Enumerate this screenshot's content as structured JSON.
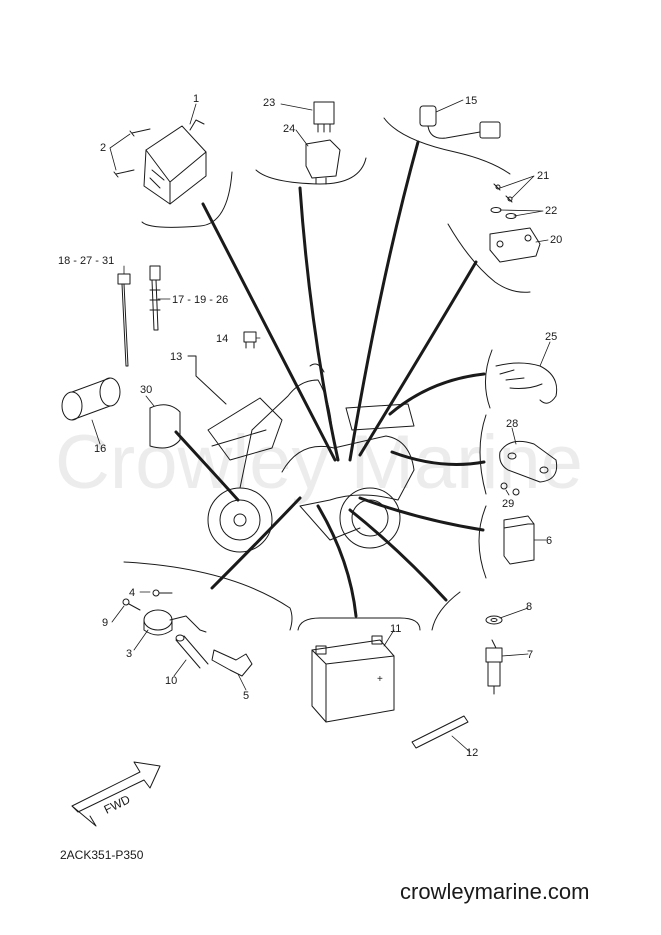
{
  "watermark": "Crowley Marine",
  "drawing_code": "2ACK351-P350",
  "site": "crowleymarine.com",
  "fwd_label": "FWD",
  "callouts": {
    "c1": "1",
    "c2": "2",
    "c3": "3",
    "c4": "4",
    "c5": "5",
    "c6": "6",
    "c7": "7",
    "c8": "8",
    "c9": "9",
    "c10": "10",
    "c11": "11",
    "c12": "12",
    "c13": "13",
    "c14": "14",
    "c15": "15",
    "c16": "16",
    "c17": "17 - 19 - 26",
    "c18": "18 - 27 - 31",
    "c20": "20",
    "c21": "21",
    "c22": "22",
    "c23": "23",
    "c24": "24",
    "c25": "25",
    "c28": "28",
    "c29": "29",
    "c30": "30"
  }
}
